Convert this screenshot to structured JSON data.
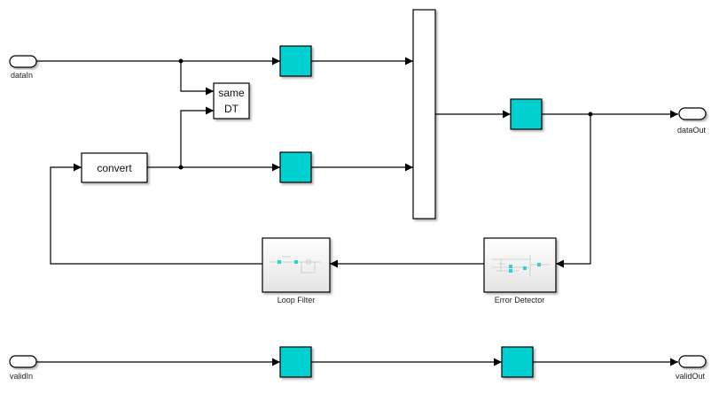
{
  "diagram": {
    "ports": {
      "dataIn": "dataIn",
      "dataOut": "dataOut",
      "validIn": "validIn",
      "validOut": "validOut"
    },
    "blocks": {
      "convert": "convert",
      "sameDT_line1": "same",
      "sameDT_line2": "DT",
      "loopFilter": "Loop Filter",
      "errorDetector": "Error Detector"
    },
    "colors": {
      "delay_block": "#00d0d0",
      "subsystem_gradient_top": "#ffffff",
      "subsystem_gradient_bottom": "#e6e6e6",
      "wire": "#000000"
    }
  }
}
